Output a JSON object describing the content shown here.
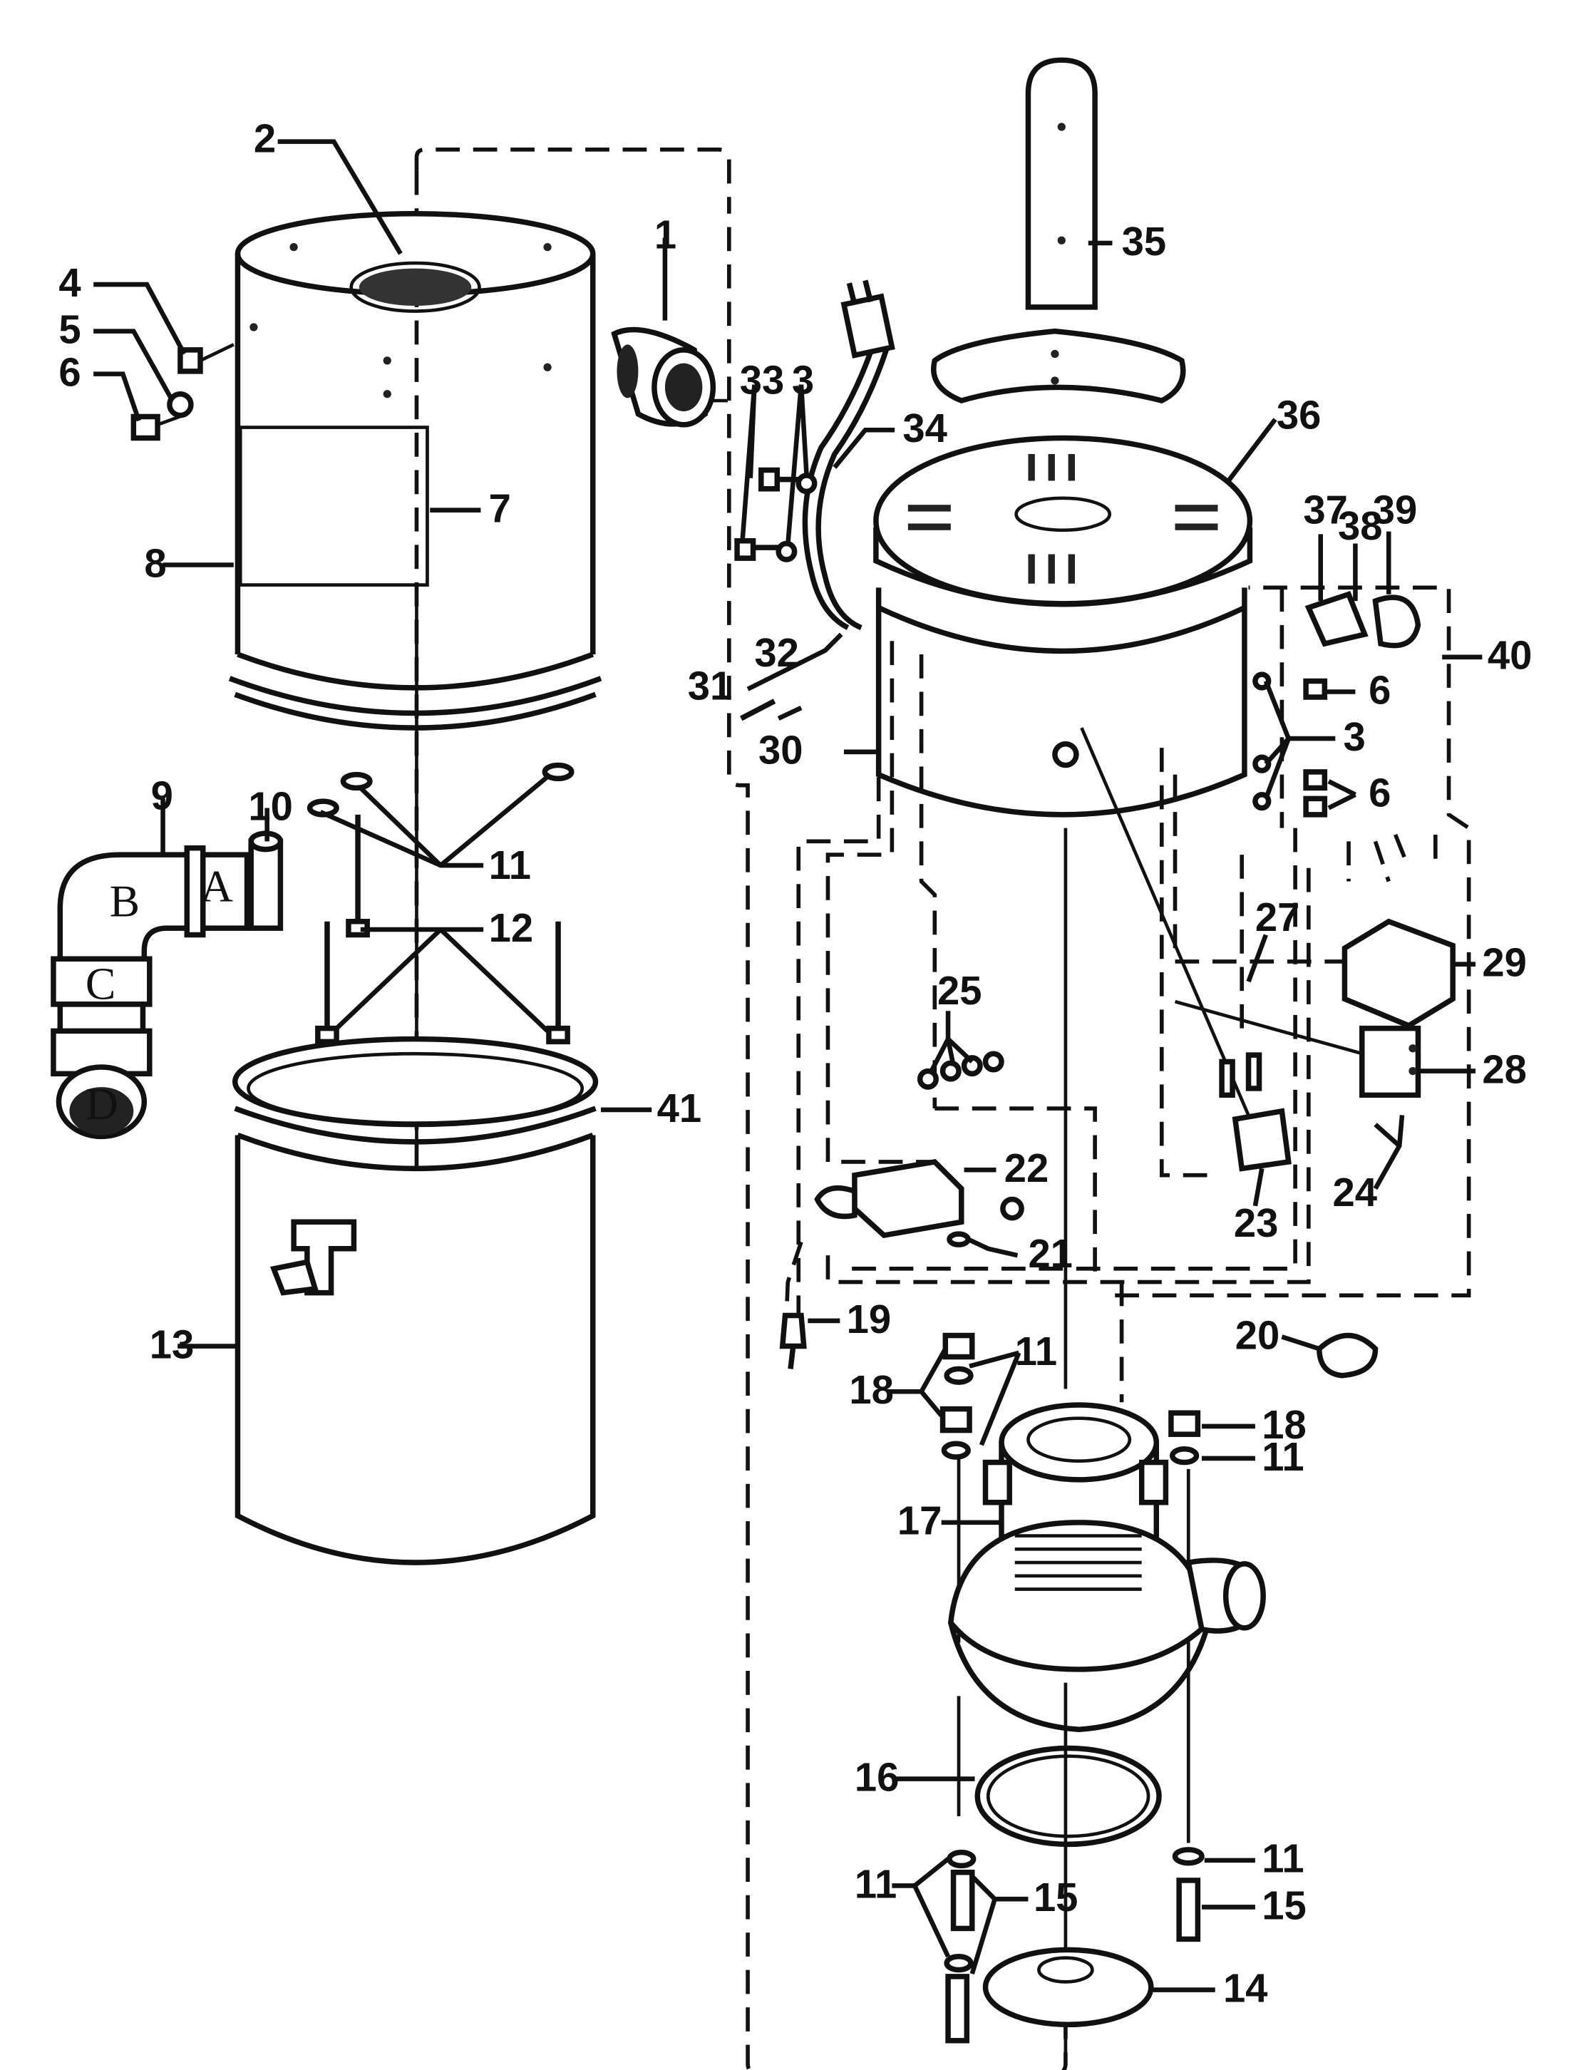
{
  "labels": {
    "n1": "1",
    "n2": "2",
    "n3a": "3",
    "n3b": "3",
    "n4": "4",
    "n5": "5",
    "n6a": "6",
    "n6b": "6",
    "n6c": "6",
    "n7": "7",
    "n8": "8",
    "n9": "9",
    "n10": "10",
    "n11a": "11",
    "n11b": "11",
    "n11c": "11",
    "n11d": "11",
    "n11e": "11",
    "n12": "12",
    "n13": "13",
    "n14": "14",
    "n15a": "15",
    "n15b": "15",
    "n16": "16",
    "n17": "17",
    "n18a": "18",
    "n18b": "18",
    "n19": "19",
    "n20": "20",
    "n21": "21",
    "n22": "22",
    "n23": "23",
    "n24": "24",
    "n25": "25",
    "n27": "27",
    "n28": "28",
    "n29": "29",
    "n30": "30",
    "n31": "31",
    "n32": "32",
    "n33": "33",
    "n34": "34",
    "n35": "35",
    "n36": "36",
    "n37": "37",
    "n38": "38",
    "n39": "39",
    "n40": "40",
    "n41": "41"
  },
  "elbow_letters": {
    "a": "A",
    "b": "B",
    "c": "C",
    "d": "D"
  }
}
